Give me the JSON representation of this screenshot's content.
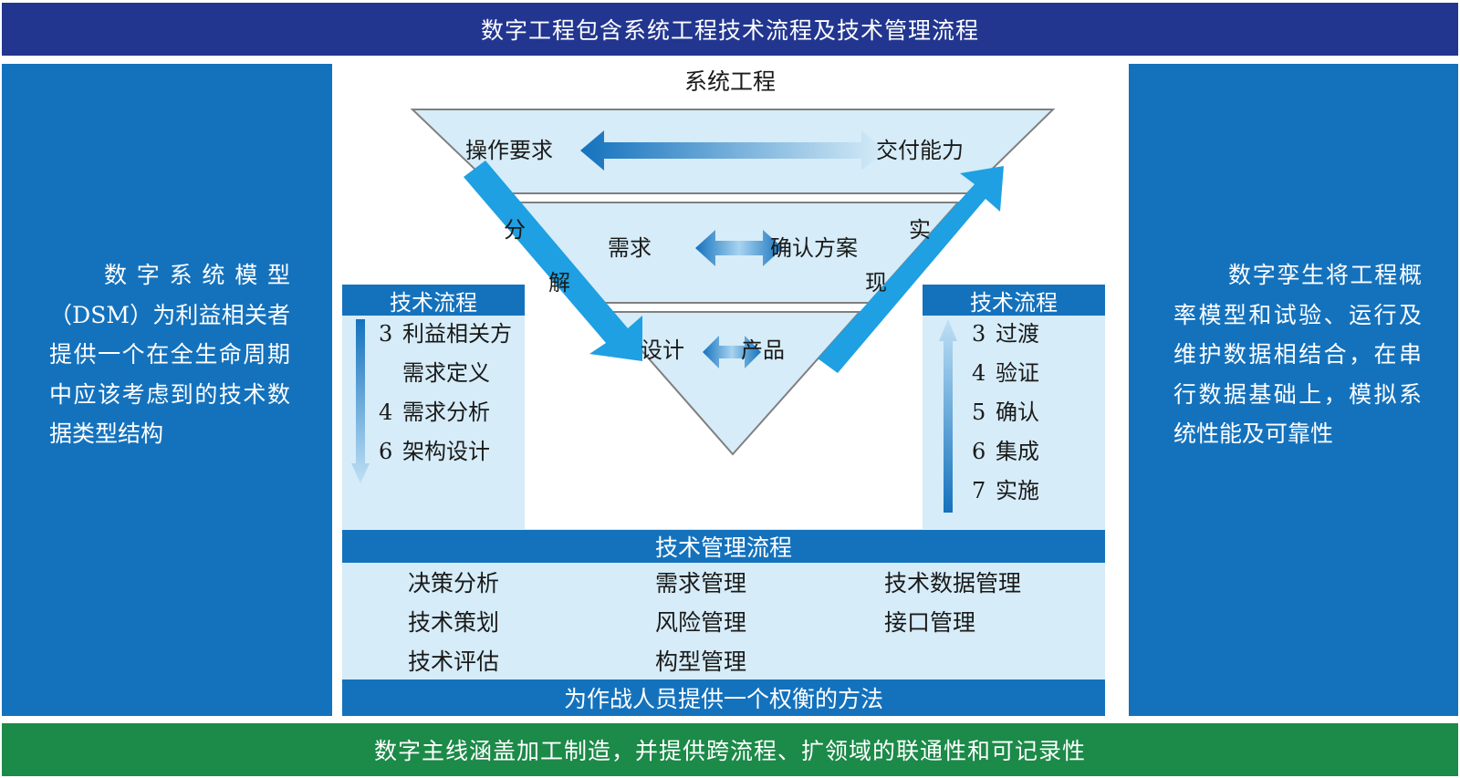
{
  "top_banner": "数字工程包含系统工程技术流程及技术管理流程",
  "bottom_banner": "数字主线涵盖加工制造，并提供跨流程、扩领域的联通性和可记录性",
  "left_panel": {
    "text": "数字系统模型（DSM）为利益相关者提供一个在全生命周期中应该考虑到的技术数据类型结构"
  },
  "right_panel": {
    "text": "数字孪生将工程概率模型和试验、运行及维护数据相结合，在串行数据基础上，模拟系统性能及可靠性"
  },
  "center_title": "系统工程",
  "v_diagram": {
    "top_left": "操作要求",
    "top_right": "交付能力",
    "mid_left": "需求",
    "mid_right": "确认方案",
    "bottom_left": "设计",
    "bottom_right": "产品",
    "decompose_1": "分",
    "decompose_2": "解",
    "realize_1": "实",
    "realize_2": "现"
  },
  "left_process": {
    "header": "技术流程",
    "items": [
      {
        "num": "3",
        "label": "利益相关方"
      },
      {
        "num": "",
        "label": "需求定义"
      },
      {
        "num": "4",
        "label": "需求分析"
      },
      {
        "num": "6",
        "label": "架构设计"
      }
    ]
  },
  "right_process": {
    "header": "技术流程",
    "items": [
      {
        "num": "3",
        "label": "过渡"
      },
      {
        "num": "4",
        "label": "验证"
      },
      {
        "num": "5",
        "label": "确认"
      },
      {
        "num": "6",
        "label": "集成"
      },
      {
        "num": "7",
        "label": "实施"
      }
    ]
  },
  "management": {
    "header": "技术管理流程",
    "col1": [
      "决策分析",
      "技术策划",
      "技术评估"
    ],
    "col2": [
      "需求管理",
      "风险管理",
      "构型管理"
    ],
    "col3": [
      "技术数据管理",
      "接口管理"
    ],
    "footer": "为作战人员提供一个权衡的方法"
  },
  "colors": {
    "navy": "#223690",
    "blue": "#1472bd",
    "light_blue": "#d6ecf8",
    "green": "#1c8a48",
    "arrow_blue": "#1ea0e2"
  }
}
